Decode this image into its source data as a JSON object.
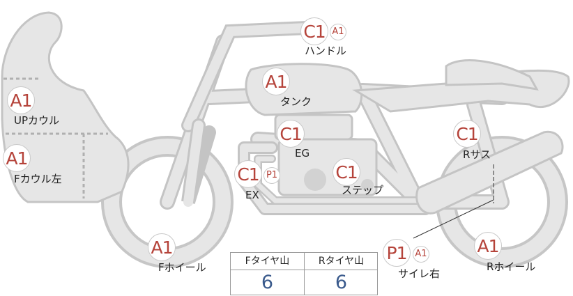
{
  "table": {
    "front_header": "Fタイヤ山",
    "rear_header": "Rタイヤ山",
    "front_value": "6",
    "rear_value": "6"
  },
  "parts": {
    "handle": {
      "label": "ハンドル",
      "grade": "C1",
      "sub": "A1"
    },
    "tank": {
      "label": "タンク",
      "grade": "A1"
    },
    "up_cowl": {
      "label": "UPカウル",
      "grade": "A1"
    },
    "f_cowl_left": {
      "label": "Fカウル左",
      "grade": "A1"
    },
    "engine": {
      "label": "EG",
      "grade": "C1"
    },
    "exhaust": {
      "label": "EX",
      "grade": "C1",
      "sub": "P1"
    },
    "step": {
      "label": "ステップ",
      "grade": "C1"
    },
    "r_suspension": {
      "label": "Rサス",
      "grade": "C1"
    },
    "f_wheel": {
      "label": "Fホイール",
      "grade": "A1"
    },
    "r_wheel": {
      "label": "Rホイール",
      "grade": "A1"
    },
    "silencer_right": {
      "label": "サイレ右",
      "grade": "P1",
      "sub": "A1"
    }
  },
  "colors": {
    "part_fill": "#e6e6e6",
    "part_stroke": "#c4c4c4",
    "grade_text": "#b5433a",
    "value_text": "#3a5a8c"
  }
}
